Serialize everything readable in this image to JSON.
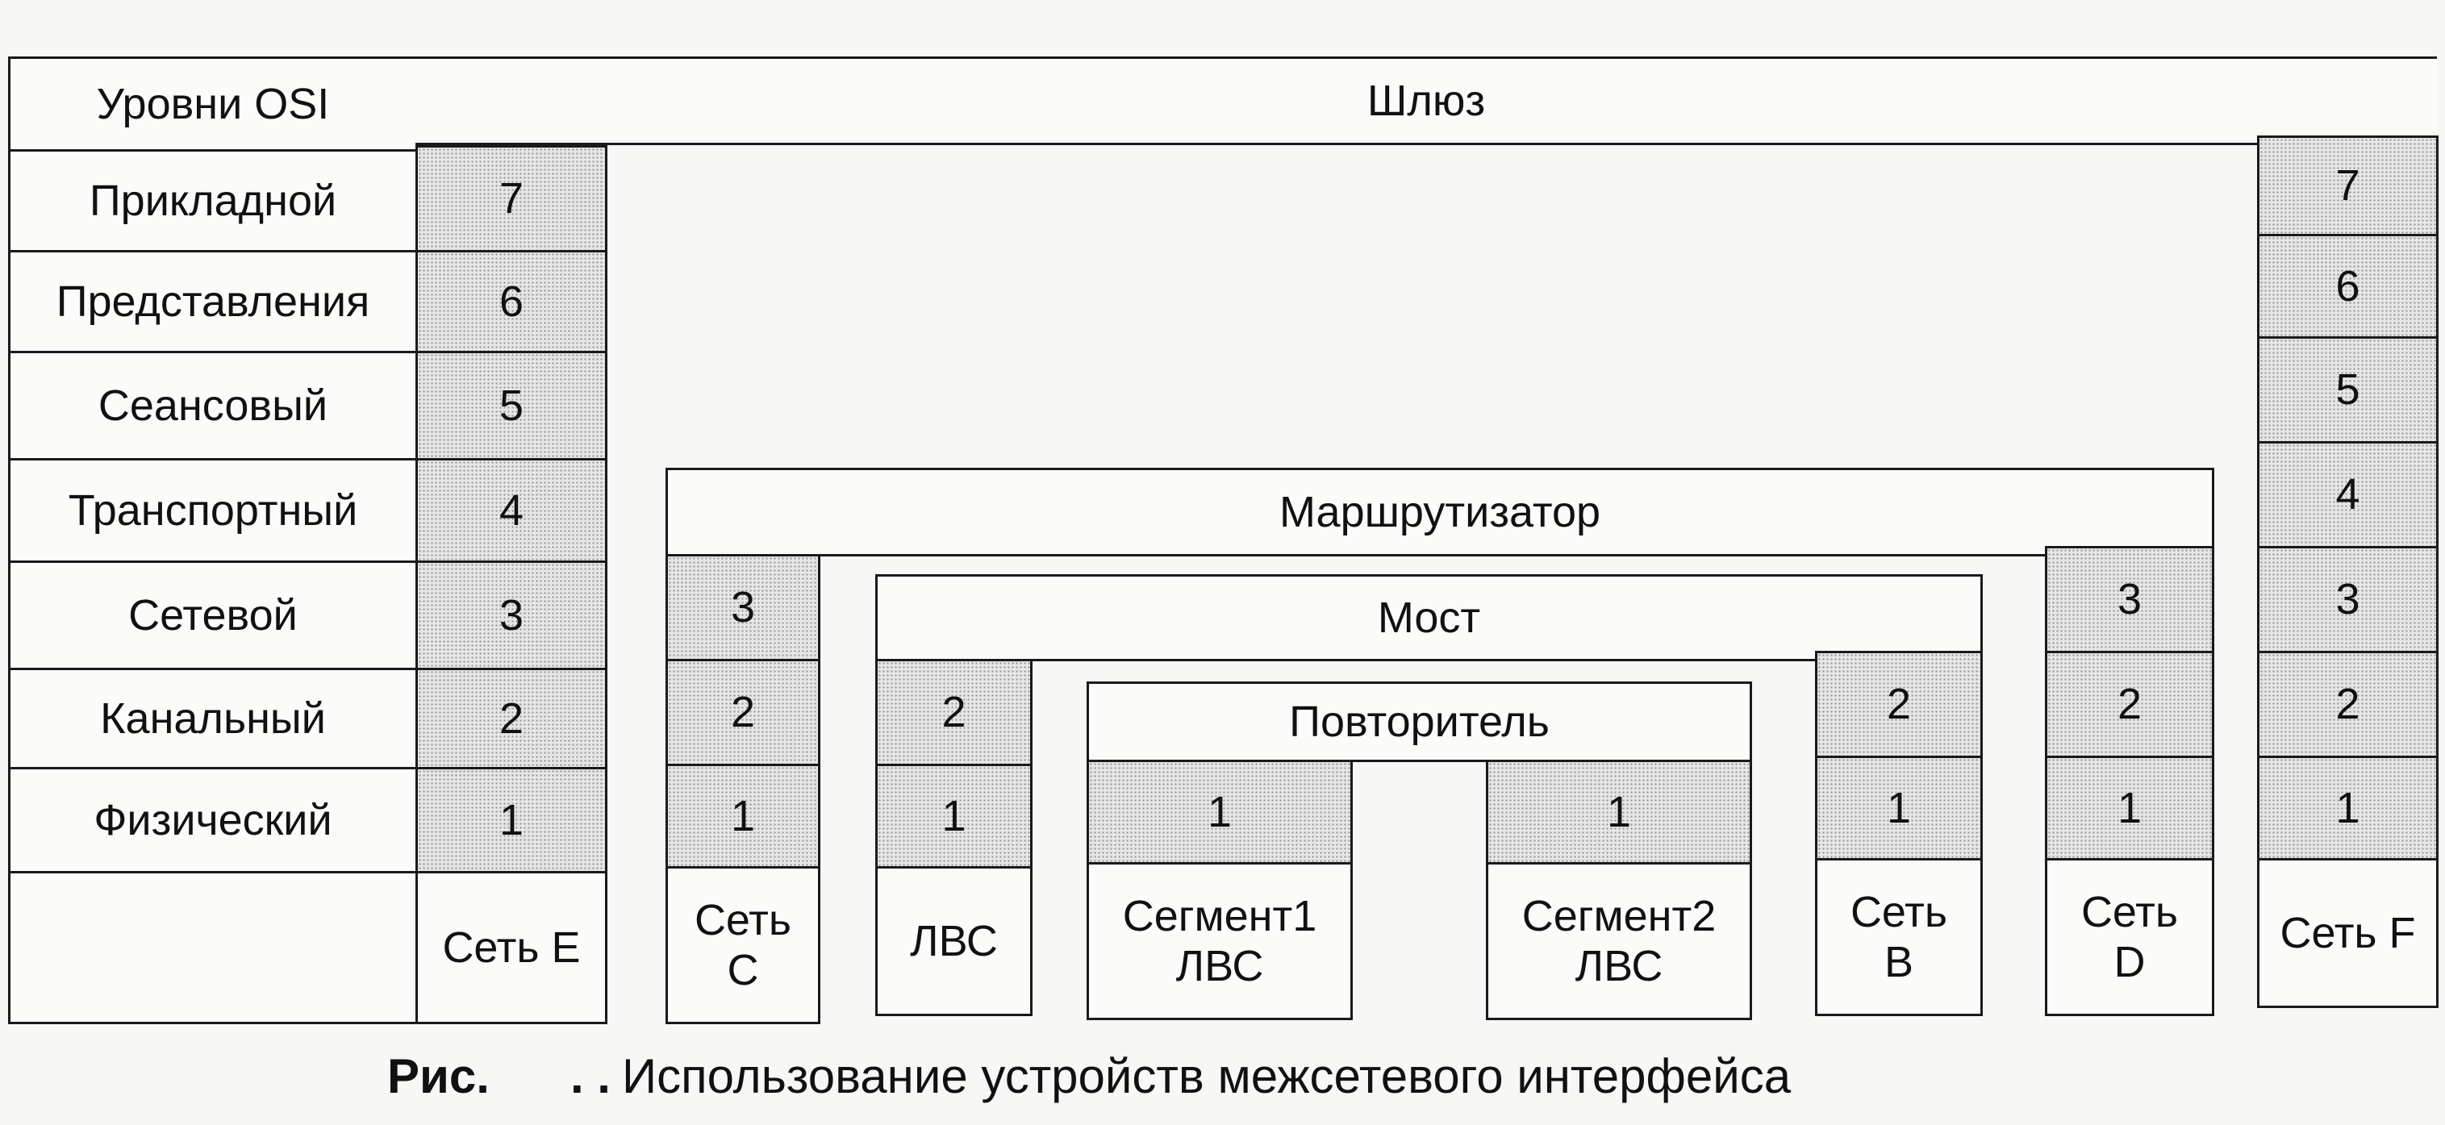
{
  "osi_header": "Уровни OSI",
  "osi_levels": [
    "Прикладной",
    "Представления",
    "Сеансовый",
    "Транспортный",
    "Сетевой",
    "Канальный",
    "Физический"
  ],
  "devices": {
    "gateway": "Шлюз",
    "router": "Маршрутизатор",
    "bridge": "Мост",
    "repeater": "Повторитель"
  },
  "layer_numbers": [
    "7",
    "6",
    "5",
    "4",
    "3",
    "2",
    "1"
  ],
  "networks": {
    "net_e": "Сеть E",
    "net_c": "Сеть\nC",
    "lan": "ЛВС",
    "segment1": "Сегмент1\nЛВС",
    "segment2": "Сегмент2\nЛВС",
    "net_b": "Сеть\nB",
    "net_d": "Сеть\nD",
    "net_f": "Сеть F"
  },
  "caption": {
    "prefix": "Рис.",
    "dots": ". .",
    "text": "Использование устройств межсетевого интерфейса"
  }
}
